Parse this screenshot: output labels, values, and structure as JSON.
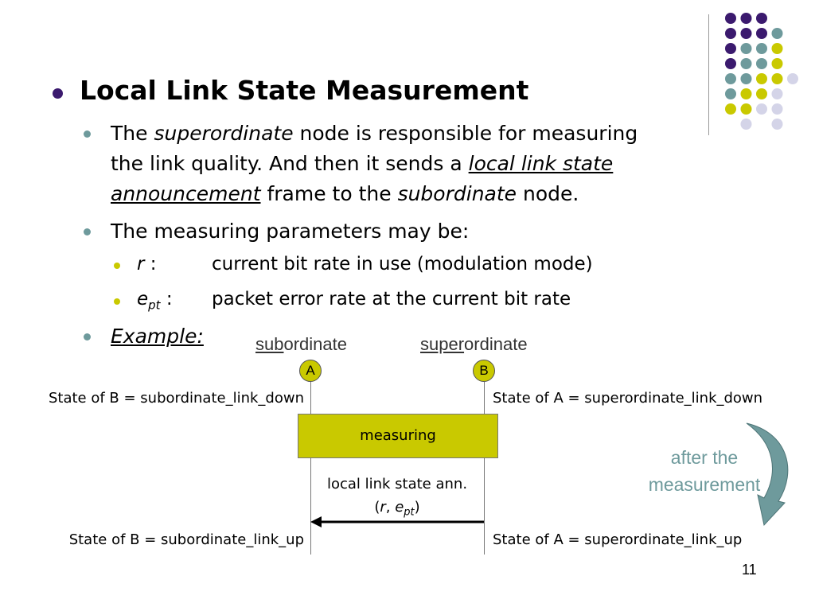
{
  "slide": {
    "title": "Local Link State Measurement",
    "page_number": "11",
    "colors": {
      "purple": "#3b1a6e",
      "teal": "#6e9a9c",
      "olive": "#c9c900",
      "lavender": "#d4d4e8"
    }
  },
  "bullets": {
    "b1": {
      "t1": "The ",
      "t2": "superordinate",
      "t3": " node is responsible for measuring",
      "t4": "the link quality. And then it sends a ",
      "t5": "local link state",
      "t6": "announcement",
      "t7": " frame to the ",
      "t8": "subordinate",
      "t9": " node."
    },
    "b2": "The measuring parameters may be:",
    "params": [
      {
        "sym": "r",
        "sub": "",
        "colon": " :",
        "desc": "current bit rate in use (modulation mode)"
      },
      {
        "sym": "e",
        "sub": "pt",
        "colon": " :",
        "desc": "packet error rate at the current bit rate"
      }
    ],
    "b3": "Example:"
  },
  "diagram": {
    "sub_label_prefix": "sub",
    "sub_label_rest": "ordinate",
    "sup_label_prefix": "super",
    "sup_label_rest": "ordinate",
    "node_a": "A",
    "node_b": "B",
    "state_b_down": "State of B = subordinate_link_down",
    "state_a_down": "State of A = superordinate_link_down",
    "measuring": "measuring",
    "ann_line1": "local link state ann.",
    "ann_open": "(",
    "ann_r": "r",
    "ann_comma": ", ",
    "ann_e": "e",
    "ann_pt": "pt",
    "ann_close": ")",
    "after_line1": "after the",
    "after_line2": "measurement",
    "state_b_up": "State of B = subordinate_link_up",
    "state_a_up": "State of A = superordinate_link_up"
  }
}
